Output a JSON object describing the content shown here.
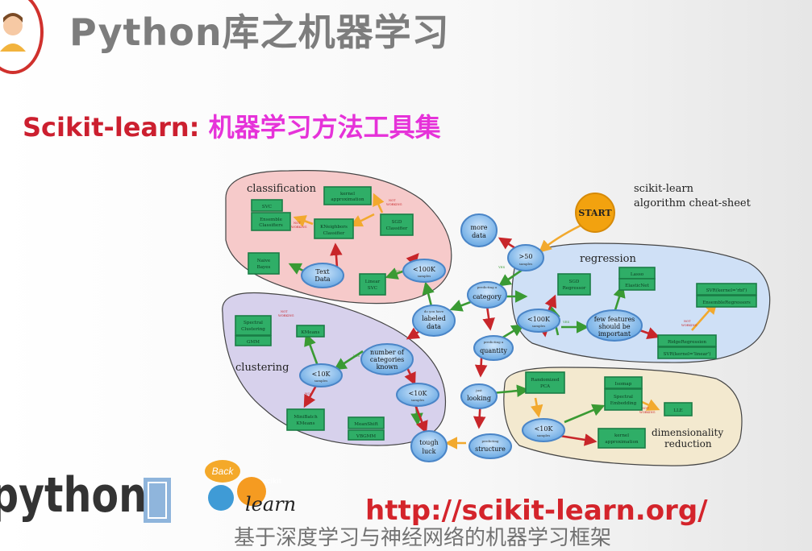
{
  "header": {
    "title": "Python库之机器学习",
    "subtitle_a": "Scikit-learn:",
    "subtitle_b": "机器学习方法工具集"
  },
  "cheatsheet": {
    "heading_1": "scikit-learn",
    "heading_2": "algorithm cheat-sheet",
    "start": "START",
    "regions": {
      "classification": "classification",
      "clustering": "clustering",
      "regression": "regression",
      "dim_1": "dimensionality",
      "dim_2": "reduction"
    },
    "nodes": {
      "more_data": [
        "more",
        "data"
      ],
      "gt50": ">50",
      "samples": "samples",
      "category": "category",
      "predicting_category": "predicting a",
      "labeled_data": [
        "labeled",
        "data"
      ],
      "do_you_have": "do you have",
      "quantity": "quantity",
      "predicting_quantity": "predicting a",
      "looking": "looking",
      "just": "just",
      "structure": "structure",
      "predicting_structure": "predicting",
      "tough_luck": [
        "tough",
        "luck"
      ],
      "lt100k": "<100K",
      "lt10k": "<10K",
      "text_data": [
        "Text",
        "Data"
      ],
      "num_categories": [
        "number of",
        "categories",
        "known"
      ],
      "few_features": [
        "few features",
        "should be",
        "important"
      ]
    },
    "boxes": {
      "kernel_approx": [
        "kernel",
        "approximation"
      ],
      "svc": "SVC",
      "ensemble_classifiers": [
        "Ensemble",
        "Classifiers"
      ],
      "kneighbors": [
        "KNeighbors",
        "Classifier"
      ],
      "sgd_classifier": [
        "SGD",
        "Classifier"
      ],
      "naive_bayes": [
        "Naive",
        "Bayes"
      ],
      "linear_svc": [
        "Linear",
        "SVC"
      ],
      "spectral_clustering": [
        "Spectral",
        "Clustering"
      ],
      "gmm": "GMM",
      "kmeans": "KMeans",
      "minibatch_kmeans": [
        "MiniBatch",
        "KMeans"
      ],
      "meanshift": "MeanShift",
      "vbgmm": "VBGMM",
      "sgd_regressor": [
        "SGD",
        "Regressor"
      ],
      "lasso": "Lasso",
      "elasticnet": "ElasticNet",
      "svr_rbf": "SVR(kernel='rbf')",
      "ensemble_regressors": "EnsembleRegressors",
      "ridge": "RidgeRegression",
      "svr_linear": "SVR(kernel='linear')",
      "randomized_pca": [
        "Randomized",
        "PCA"
      ],
      "isomap": "Isomap",
      "spectral_embedding": [
        "Spectral",
        "Embedding"
      ],
      "lle": "LLE",
      "kernel_approx_dim": [
        "kernel",
        "approximation"
      ]
    },
    "edge_labels": {
      "yes": "YES",
      "no": "NO",
      "not_working_1": "NOT",
      "not_working_2": "WORKING"
    }
  },
  "logos": {
    "python": "python",
    "back": "Back",
    "scikit": "scikit",
    "learn": "learn"
  },
  "url": "http://scikit-learn.org/",
  "bottom_text": "基于深度学习与神经网络的机器学习框架"
}
